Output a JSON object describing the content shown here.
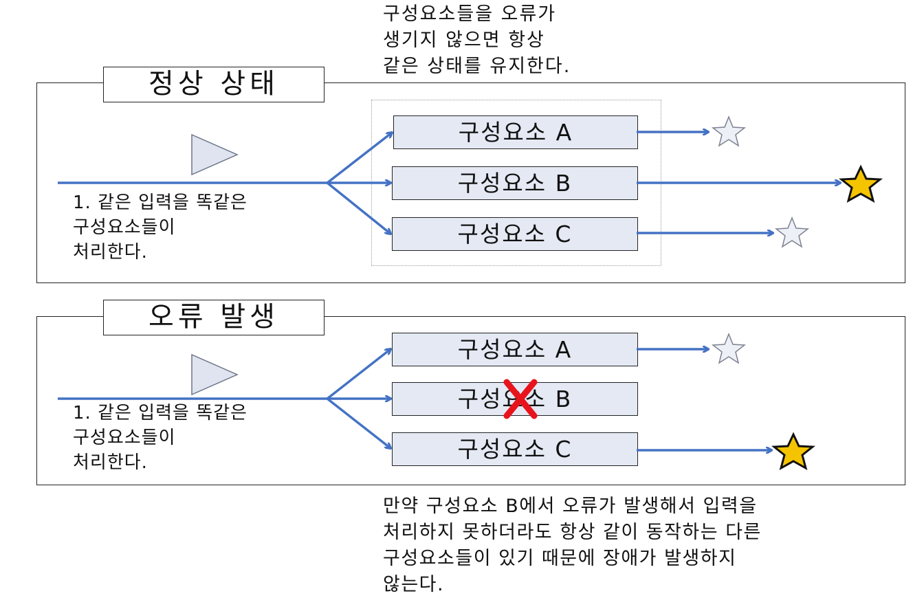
{
  "top_note": {
    "lines": [
      "구성요소들을 오류가",
      "생기지 않으면 항상",
      "같은 상태를 유지한다."
    ]
  },
  "normal_panel": {
    "title": "정상 상태",
    "input_text": [
      "1. 같은 입력을 똑같은",
      "구성요소들이",
      "처리한다."
    ],
    "components": [
      {
        "label": "구성요소 A",
        "output": "empty-star"
      },
      {
        "label": "구성요소 B",
        "output": "gold-star"
      },
      {
        "label": "구성요소 C",
        "output": "empty-star"
      }
    ]
  },
  "error_panel": {
    "title": "오류 발생",
    "input_text": [
      "1. 같은 입력을 똑같은",
      "구성요소들이",
      "처리한다."
    ],
    "components": [
      {
        "label": "구성요소 A",
        "output": "empty-star"
      },
      {
        "label": "구성요소 B",
        "output": "none",
        "failed": true
      },
      {
        "label": "구성요소 C",
        "output": "gold-star"
      }
    ]
  },
  "bottom_note": {
    "lines": [
      "만약 구성요소 B에서 오류가 발생해서 입력을",
      "처리하지 못하더라도 항상 같이 동작하는 다른",
      "구성요소들이 있기 때문에 장애가 발생하지",
      "않는다."
    ]
  },
  "colors": {
    "arrow": "#4472c4",
    "component_fill": "#e4e9f4",
    "gold_star": "#f5c400",
    "empty_star": "#eef0f7",
    "fail_mark": "#e8141c",
    "play_fill": "#dfe4f0"
  }
}
